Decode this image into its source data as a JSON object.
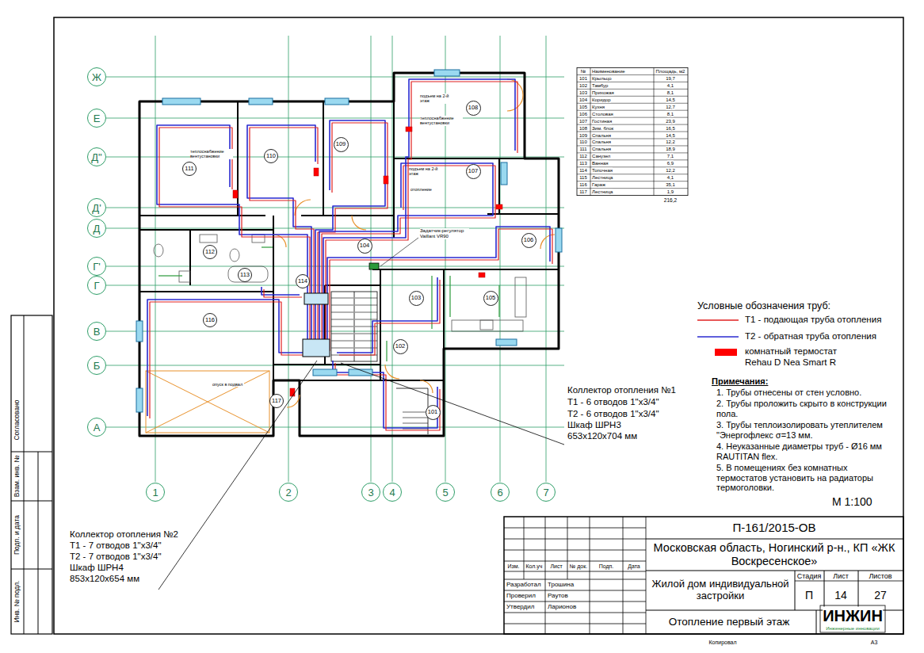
{
  "diagram": {
    "nodes": [
      {
        "text": [
          "Ж"
        ]
      },
      {
        "text": [
          "Е"
        ]
      },
      {
        "text": [
          "Д\""
        ]
      },
      {
        "text": [
          "Д'"
        ]
      },
      {
        "text": [
          "Д"
        ]
      },
      {
        "text": [
          "Г'"
        ]
      },
      {
        "text": [
          "Г"
        ]
      },
      {
        "text": [
          "В"
        ]
      },
      {
        "text": [
          "Б"
        ]
      },
      {
        "text": [
          "А"
        ]
      },
      {
        "text": [
          "111"
        ]
      },
      {
        "text": [
          "110"
        ]
      },
      {
        "text": [
          "109"
        ]
      },
      {
        "text": [
          "108"
        ]
      },
      {
        "text": [
          "107"
        ]
      },
      {
        "text": [
          "106"
        ]
      },
      {
        "text": [
          "104"
        ]
      },
      {
        "text": [
          "112"
        ]
      },
      {
        "text": [
          "113"
        ]
      },
      {
        "text": [
          "114"
        ]
      },
      {
        "text": [
          "105"
        ]
      },
      {
        "text": [
          "103"
        ]
      },
      {
        "text": [
          "116"
        ]
      },
      {
        "text": [
          "102"
        ]
      },
      {
        "text": [
          "117"
        ]
      },
      {
        "text": [
          "101"
        ]
      },
      {
        "text": [
          "1"
        ]
      },
      {
        "text": [
          "2"
        ]
      },
      {
        "text": [
          "3"
        ]
      },
      {
        "text": [
          "4"
        ]
      },
      {
        "text": [
          "5"
        ]
      },
      {
        "text": [
          "6"
        ]
      },
      {
        "text": [
          "7"
        ]
      }
    ],
    "labels": [
      "Условные обозначения труб:",
      "Примечания:",
      "1. Трубы отнесены от стен условно.",
      "2. Трубы проложить скрыто в конструкции пола.",
      "3. Трубы теплоизолировать утеплителем \"Энергофлекс σ=13 мм.",
      "4. Неуказанные диаметры труб - Ø16 мм RAUTITAN flex.",
      "5. В помещениях без комнатных термостатов установить на радиаторы термоголовки.",
      "М 1:100",
      "Коллектор отопления №1",
      "Т1 - 6 отводов 1\"x3/4\"",
      "Т2 - 6 отводов 1\"x3/4\"",
      "Шкаф ШРН3",
      "653x120x704 мм",
      "Коллектор отопления №2",
      "Т1 - 7 отводов 1\"x3/4\"",
      "Т2 - 7 отводов 1\"x3/4\"",
      "Шкаф ШРН4",
      "853x120x654 мм",
      "П-161/2015-ОВ",
      "Московская область, Ногинский р-н., КП «ЖК Воскресенское»",
      "Жилой дом индивидуальной застройки",
      "Стадия",
      "Лист",
      "Листов",
      "П",
      "14",
      "27",
      "Отопление первый этаж",
      "ИНЖИН",
      "Инженерные инновации",
      "Изм.",
      "Кол.уч",
      "Лист",
      "№ док.",
      "Подп.",
      "Дата",
      "Разработал",
      "Трошина",
      "Проверил",
      "Раутов",
      "Утвердил",
      "Ларионов",
      "Копировал",
      "А3",
      "Согласовано",
      "Взам. инв. №",
      "Подп. и дата",
      "Инв. № подл.",
      "Задатчик-регулятор Vaillant VR90",
      "подъем на 2-й этаж",
      "подъем на 2-й этаж",
      "теплоснабжение вентустановки",
      "теплоснабжение вентустановки",
      "отопление",
      "опуск в подвал",
      "№",
      "Наименование",
      "Площадь, м2",
      "101",
      "Крыльцо",
      "19,7",
      "102",
      "Тамбур",
      "4,1",
      "103",
      "Прихожая",
      "8,1",
      "104",
      "Коридор",
      "14,5",
      "105",
      "Кухня",
      "12,7",
      "106",
      "Столовая",
      "8,1",
      "107",
      "Гостиная",
      "23,9",
      "108",
      "Зим. блок",
      "16,5",
      "109",
      "Спальня",
      "14,5",
      "110",
      "Спальня",
      "12,2",
      "111",
      "Спальня",
      "18,9",
      "112",
      "Санузел",
      "7,1",
      "113",
      "Ванная",
      "6,9",
      "114",
      "Топочная",
      "12,2",
      "115",
      "Лестница",
      "4,1",
      "116",
      "Гараж",
      "35,1",
      "117",
      "Лестница",
      "1,9",
      "216,2"
    ],
    "legend": [
      {
        "text": "Т1 - подающая труба отопления"
      },
      {
        "text": "Т2 - обратная труба отопления"
      },
      {
        "text": "комнатный термостат Rehau D Nea Smart R",
        "color": "#ff0000"
      }
    ]
  }
}
